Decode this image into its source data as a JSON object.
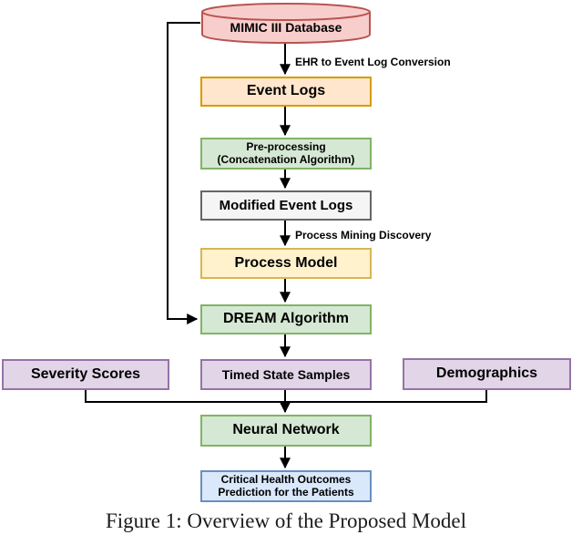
{
  "figure_caption": "Figure 1: Overview of the Proposed Model",
  "palette": {
    "red_fill": "#F8CECC",
    "red_stroke": "#B85450",
    "orange_fill": "#FFE6CC",
    "orange_stroke": "#D79B00",
    "green_fill": "#D5E8D4",
    "green_stroke": "#82B366",
    "gray_fill": "#F5F5F5",
    "gray_stroke": "#666666",
    "yellow_fill": "#FFF2CC",
    "yellow_stroke": "#D6B656",
    "purple_fill": "#E1D5E7",
    "purple_stroke": "#9673A6",
    "blue_fill": "#DAE8FC",
    "blue_stroke": "#6C8EBF",
    "arrow_color": "#000000"
  },
  "nodes": {
    "database": {
      "label": "MIMIC III Database",
      "fill": "#F8CECC",
      "stroke": "#B85450"
    },
    "event_logs": {
      "label": "Event Logs",
      "css": "background:#FFE6CC;border-color:#D79B00"
    },
    "preprocessing": {
      "line1": "Pre-processing",
      "line2": "(Concatenation Algorithm)",
      "css": "background:#D5E8D4;border-color:#82B366"
    },
    "modified_event_logs": {
      "label": "Modified Event Logs",
      "css": "background:#F5F5F5;border-color:#666666"
    },
    "process_model": {
      "label": "Process Model",
      "css": "background:#FFF2CC;border-color:#D6B656"
    },
    "dream_algorithm": {
      "label": "DREAM Algorithm",
      "css": "background:#D5E8D4;border-color:#82B366"
    },
    "severity_scores": {
      "label": "Severity Scores",
      "css": "background:#E1D5E7;border-color:#9673A6"
    },
    "timed_state_samples": {
      "label": "Timed State Samples",
      "css": "background:#E1D5E7;border-color:#9673A6"
    },
    "demographics": {
      "label": "Demographics",
      "css": "background:#E1D5E7;border-color:#9673A6"
    },
    "neural_network": {
      "label": "Neural Network",
      "css": "background:#D5E8D4;border-color:#82B366"
    },
    "outcome": {
      "line1": "Critical Health Outcomes",
      "line2": "Prediction for the Patients",
      "css": "background:#DAE8FC;border-color:#6C8EBF"
    }
  },
  "edge_labels": {
    "ehr_to_event_log": "EHR to Event Log Conversion",
    "process_mining": "Process Mining Discovery"
  }
}
